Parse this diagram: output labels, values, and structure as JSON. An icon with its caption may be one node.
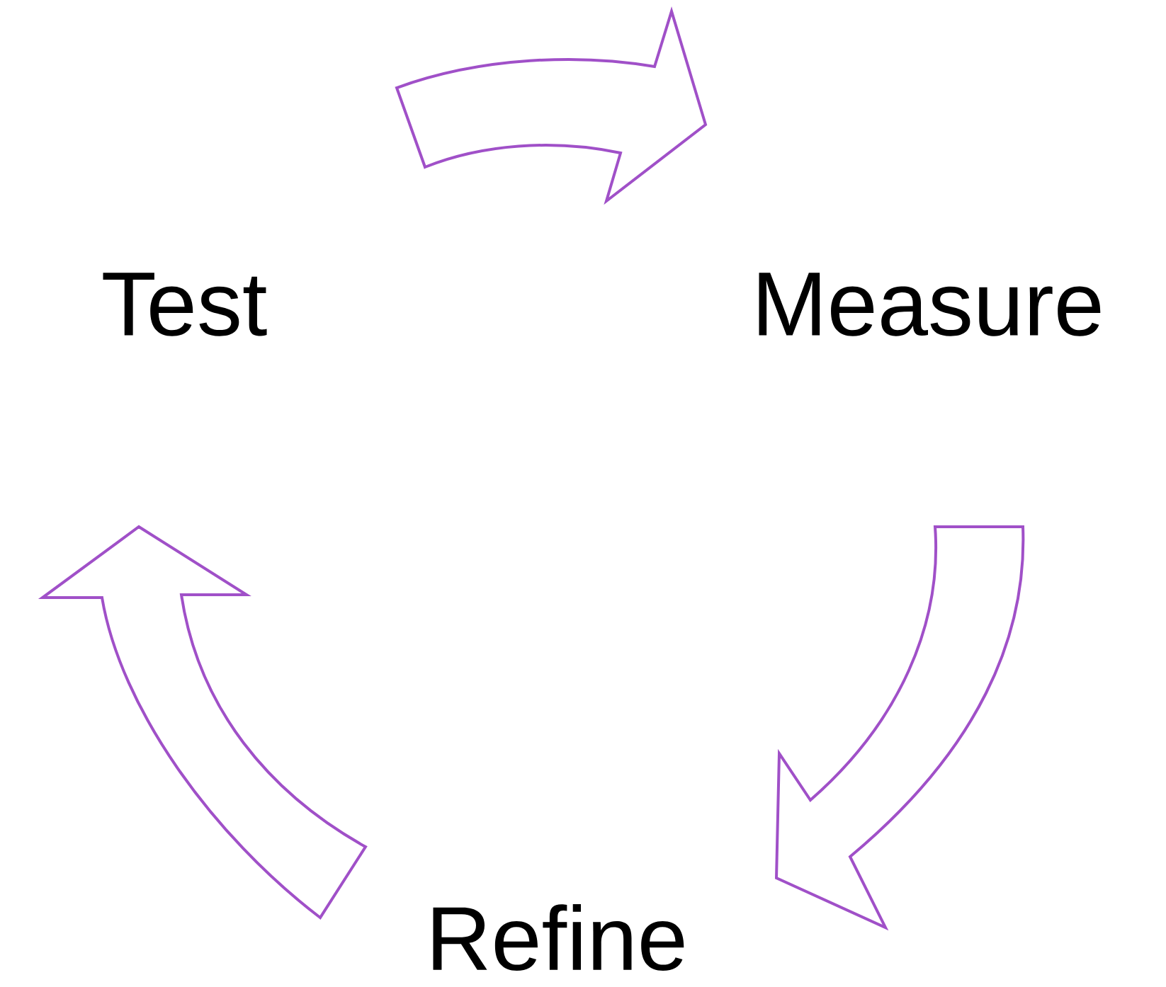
{
  "diagram": {
    "nodes": [
      {
        "text": [
          "Test"
        ]
      },
      {
        "text": [
          "Measure"
        ]
      },
      {
        "text": [
          "Refine"
        ]
      }
    ],
    "edges": [
      {
        "from": 0,
        "to": 1,
        "arrow": "to"
      },
      {
        "from": 1,
        "to": 2,
        "arrow": "to"
      },
      {
        "from": 2,
        "to": 0,
        "arrow": "to"
      }
    ]
  }
}
